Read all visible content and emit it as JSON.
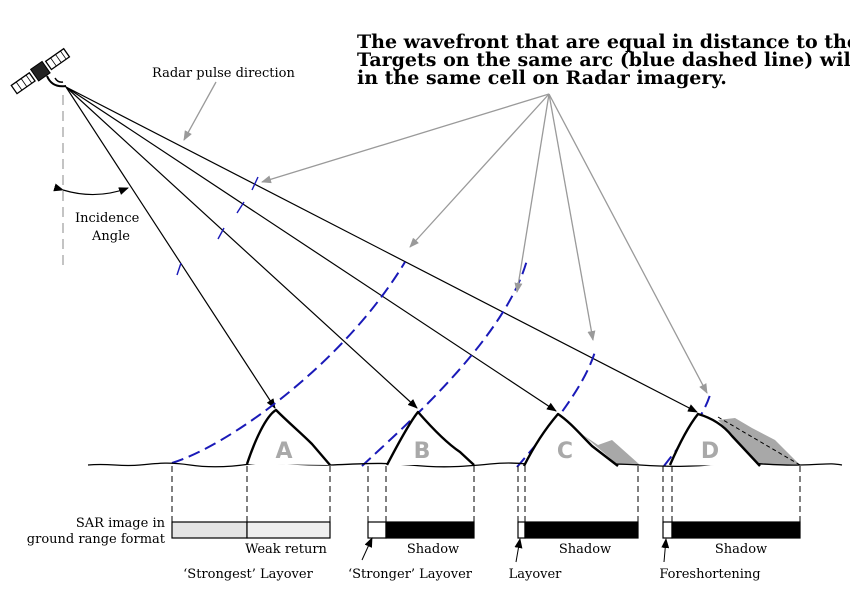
{
  "headline": {
    "line1": "The wavefront that are equal in distance to the satellite",
    "line2": "Targets on the same arc (blue dashed line) will end up",
    "line3": "in the same cell on Radar imagery."
  },
  "labels": {
    "radar_pulse_direction": "Radar pulse direction",
    "incidence": "Incidence",
    "angle": "Angle",
    "sar_image_line1": "SAR image in",
    "sar_image_line2": "ground range format"
  },
  "mountains": [
    {
      "letter": "A",
      "image_label": "Weak return",
      "effect": "‘Strongest’ Layover"
    },
    {
      "letter": "B",
      "image_label": "Shadow",
      "effect": "‘Stronger’ Layover"
    },
    {
      "letter": "C",
      "image_label": "Shadow",
      "effect": "Layover"
    },
    {
      "letter": "D",
      "image_label": "Shadow",
      "effect": "Foreshortening"
    }
  ],
  "colors": {
    "wavefront": "#1a1ab8",
    "pointer": "#9a9a9a",
    "shadow_fill": "#a8a8a8",
    "line": "#000000",
    "weak_return": "#e4e4e4"
  }
}
